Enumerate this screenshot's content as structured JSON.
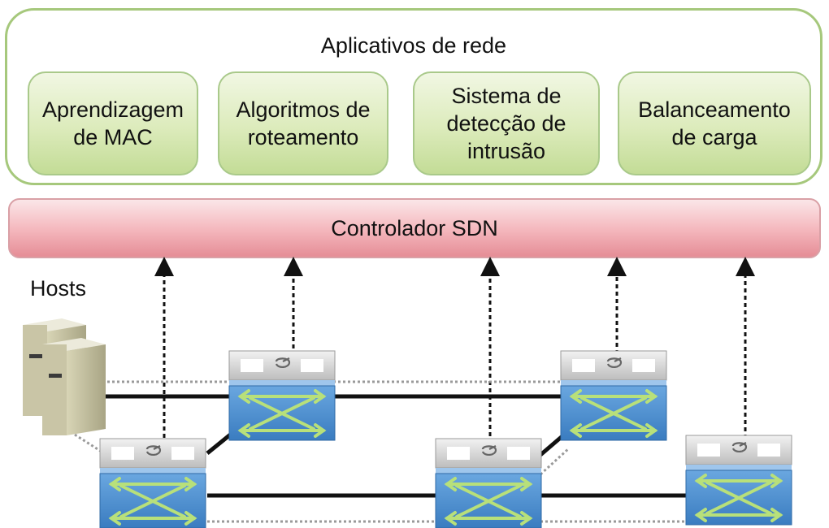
{
  "applications_layer": {
    "title": "Aplicativos de rede",
    "apps": [
      {
        "label": "Aprendizagem\nde MAC"
      },
      {
        "label": "Algoritmos de\nroteamento"
      },
      {
        "label": "Sistema de\ndetecção de\nintrusão"
      },
      {
        "label": "Balanceamento\nde carga"
      }
    ]
  },
  "controller": {
    "label": "Controlador SDN"
  },
  "hosts": {
    "label": "Hosts"
  },
  "switches": [
    {
      "id": "sw1",
      "name": "switch"
    },
    {
      "id": "sw2",
      "name": "switch"
    },
    {
      "id": "sw3",
      "name": "switch"
    },
    {
      "id": "sw4",
      "name": "switch"
    },
    {
      "id": "sw5",
      "name": "switch"
    }
  ],
  "colors": {
    "app_border": "#a6c87c",
    "controller_fill": "#f4b5bb",
    "switch_blue": "#4a8fd0",
    "arrow_green": "#a8d86b"
  }
}
